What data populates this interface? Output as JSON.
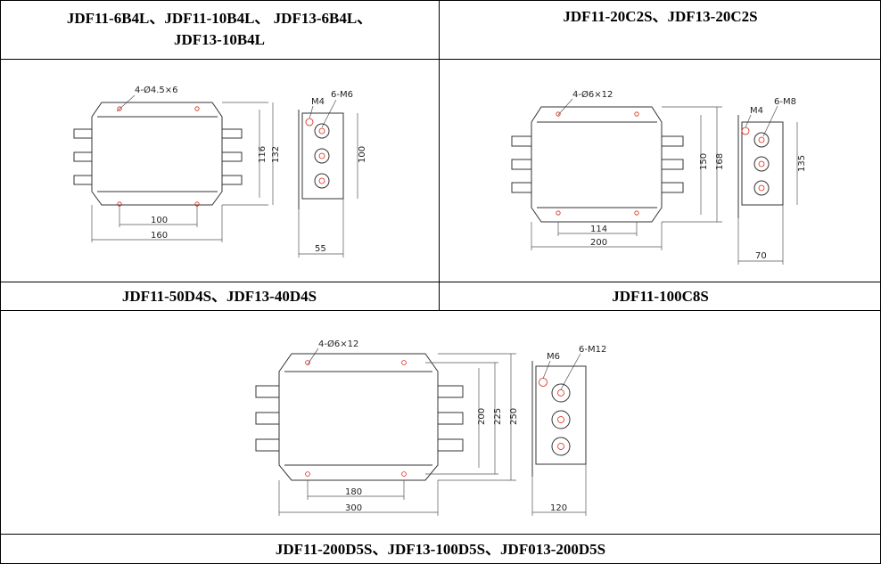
{
  "cells": {
    "c1": {
      "title": "JDF11-6B4L、JDF11-10B4L、 JDF13-6B4L、",
      "title2": "JDF13-10B4L"
    },
    "c2": {
      "title": "JDF11-20C2S、JDF13-20C2S"
    },
    "c3": {
      "title": "JDF11-50D4S、JDF13-40D4S"
    },
    "c4": {
      "title": "JDF11-100C8S"
    },
    "c5": {
      "title": "JDF11-200D5S、JDF13-100D5S、JDF013-200D5S"
    }
  },
  "drawings": {
    "d1": {
      "holes": "4-Ø4.5×6",
      "terminal": "M4",
      "studs": "6-M6",
      "dim_w_inner": "100",
      "dim_w_outer": "160",
      "dim_h_inner": "116",
      "dim_h_outer": "132",
      "dim_side_h": "100",
      "dim_side_w": "55"
    },
    "d2": {
      "holes": "4-Ø6×12",
      "terminal": "M4",
      "studs": "6-M8",
      "dim_w_inner": "114",
      "dim_w_outer": "200",
      "dim_h_inner": "150",
      "dim_h_outer": "168",
      "dim_side_h": "135",
      "dim_side_w": "70"
    },
    "d3": {
      "holes": "4-Ø6×12",
      "terminal": "M6",
      "studs": "6-M12",
      "dim_w_inner": "180",
      "dim_w_outer": "300",
      "dim_h_inner": "200",
      "dim_h_outer": "225",
      "dim_h_outer2": "250",
      "dim_side_w": "120"
    }
  },
  "colors": {
    "mark": "#d21",
    "line": "#333",
    "grid": "#000"
  }
}
